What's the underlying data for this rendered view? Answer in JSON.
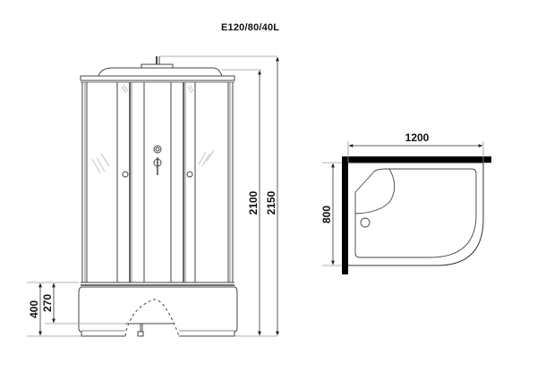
{
  "title": "E120/80/40L",
  "front_view": {
    "label": "front-elevation",
    "dimensions": {
      "total_height": "2150",
      "cabin_height": "2100",
      "tray_height": "400",
      "tray_inner_height": "270"
    }
  },
  "plan_view": {
    "label": "top-plan",
    "dimensions": {
      "width": "1200",
      "depth": "800"
    },
    "orientation": "L"
  },
  "colors": {
    "line": "#333333",
    "light_line": "#999999",
    "wall": "#000000",
    "text": "#111111"
  }
}
